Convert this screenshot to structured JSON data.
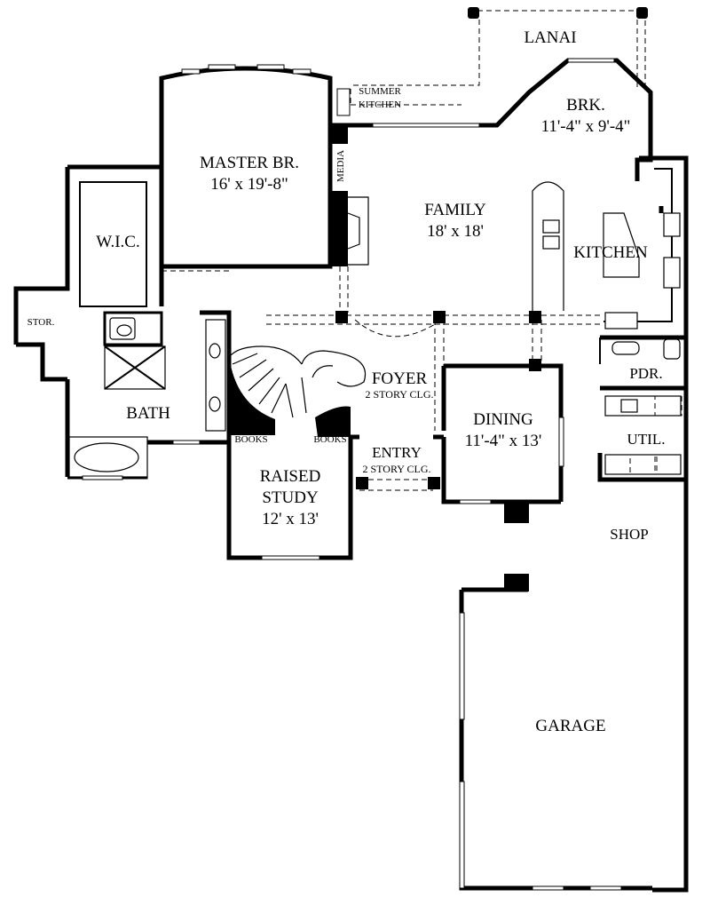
{
  "rooms": {
    "lanai": {
      "name": "LANAI"
    },
    "summer_kitchen": {
      "line1": "SUMMER",
      "line2": "KITCHEN"
    },
    "brk": {
      "name": "BRK.",
      "dims": "11'-4\" x 9'-4\""
    },
    "master": {
      "name": "MASTER BR.",
      "dims": "16' x 19'-8\""
    },
    "media": {
      "name": "MEDIA"
    },
    "family": {
      "name": "FAMILY",
      "dims": "18' x 18'"
    },
    "kitchen": {
      "name": "KITCHEN"
    },
    "wic": {
      "name": "W.I.C."
    },
    "stor": {
      "name": "STOR."
    },
    "bath": {
      "name": "BATH"
    },
    "foyer": {
      "name": "FOYER",
      "note": "2 STORY CLG."
    },
    "dining": {
      "name": "DINING",
      "dims": "11'-4\" x 13'"
    },
    "pdr": {
      "name": "PDR."
    },
    "util": {
      "name": "UTIL."
    },
    "books_left": {
      "name": "BOOKS"
    },
    "books_right": {
      "name": "BOOKS"
    },
    "entry": {
      "name": "ENTRY",
      "note": "2 STORY CLG."
    },
    "study": {
      "line1": "RAISED",
      "line2": "STUDY",
      "dims": "12' x 13'"
    },
    "shop": {
      "name": "SHOP"
    },
    "garage": {
      "name": "GARAGE"
    }
  }
}
